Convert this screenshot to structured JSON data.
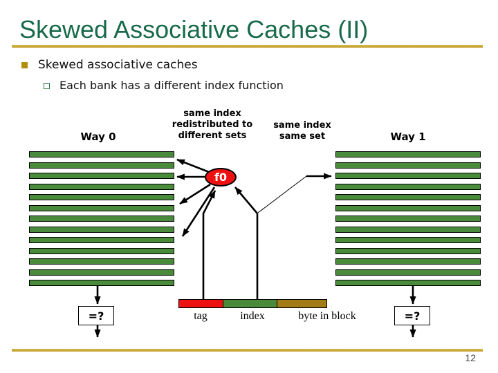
{
  "slide": {
    "title": "Skewed Associative Caches (II)",
    "page_number": "12"
  },
  "bullets": {
    "level1": "Skewed associative caches",
    "level2": "Each bank has a different index function"
  },
  "diagram": {
    "way0_label": "Way 0",
    "way1_label": "Way 1",
    "annotation_left": [
      "same index",
      "redistributed to",
      "different sets"
    ],
    "annotation_right": [
      "same index",
      "same set"
    ],
    "function_label": "f0",
    "cache_lines_per_way": 13,
    "address_fields": {
      "tag": "tag",
      "index": "index",
      "byte": "byte in block"
    },
    "comparator_label": "=?"
  },
  "colors": {
    "title-green": "#186a4b",
    "gold": "#c2a22c",
    "bullet-gold": "#b18e0c",
    "bar-green": "#4a8a3b",
    "accent-red": "#ed1111",
    "olive": "#a37b17"
  }
}
